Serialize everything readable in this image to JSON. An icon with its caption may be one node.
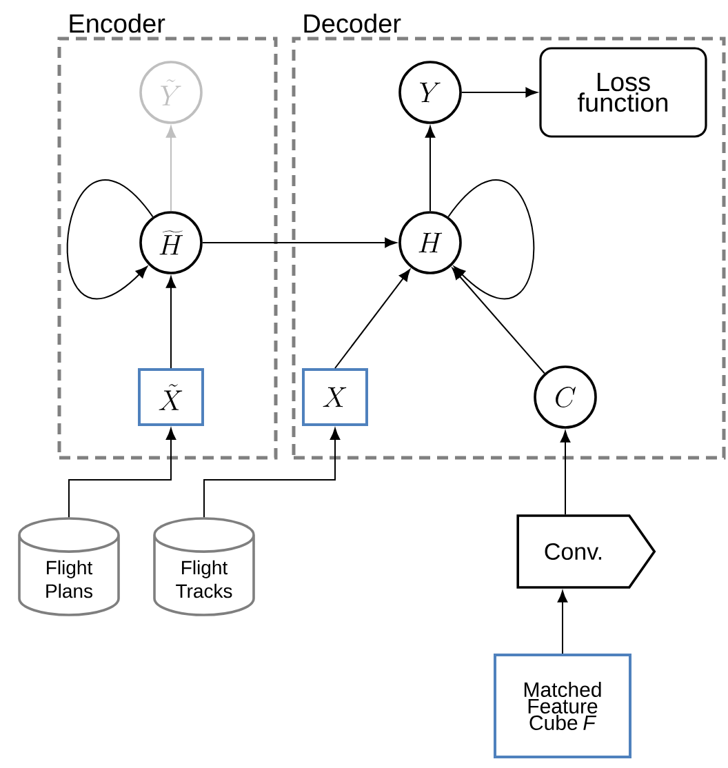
{
  "diagram": {
    "nodes": [
      {
        "text": [
          "Encoder"
        ]
      },
      {
        "text": [
          "Decoder"
        ]
      },
      {
        "text": [
          "\\tilde{Y}"
        ],
        "in": 0
      },
      {
        "text": [
          "\\widetilde{H}"
        ],
        "in": 0
      },
      {
        "text": [
          "\\tilde{X}"
        ],
        "in": 0
      },
      {
        "text": [
          "Y"
        ],
        "in": 1
      },
      {
        "text": [
          "Loss function"
        ],
        "in": 1
      },
      {
        "text": [
          "H"
        ],
        "in": 1
      },
      {
        "text": [
          "X"
        ],
        "in": 1
      },
      {
        "text": [
          "C"
        ],
        "in": 1
      },
      {
        "text": [
          "Flight Plans"
        ]
      },
      {
        "text": [
          "Flight Tracks"
        ]
      },
      {
        "text": [
          "Conv."
        ]
      },
      {
        "text": [
          "Matched Feature Cube *F*"
        ]
      }
    ],
    "edges": [
      {
        "from": 3,
        "to": 2,
        "arrow": "to",
        "color": "#bfbfbf"
      },
      {
        "from": 3,
        "to": 3,
        "arrow": "to"
      },
      {
        "from": 4,
        "to": 3,
        "arrow": "to"
      },
      {
        "from": 3,
        "to": 7,
        "arrow": "to"
      },
      {
        "from": 7,
        "to": 5,
        "arrow": "to"
      },
      {
        "from": 5,
        "to": 6,
        "arrow": "to"
      },
      {
        "from": 7,
        "to": 7,
        "arrow": "to"
      },
      {
        "from": 8,
        "to": 7,
        "arrow": "to"
      },
      {
        "from": 9,
        "to": 7,
        "arrow": "to"
      },
      {
        "from": 10,
        "to": 4,
        "arrow": "to"
      },
      {
        "from": 11,
        "to": 8,
        "arrow": "to"
      },
      {
        "from": 12,
        "to": 9,
        "arrow": "to"
      },
      {
        "from": 13,
        "to": 12,
        "arrow": "to"
      }
    ]
  }
}
